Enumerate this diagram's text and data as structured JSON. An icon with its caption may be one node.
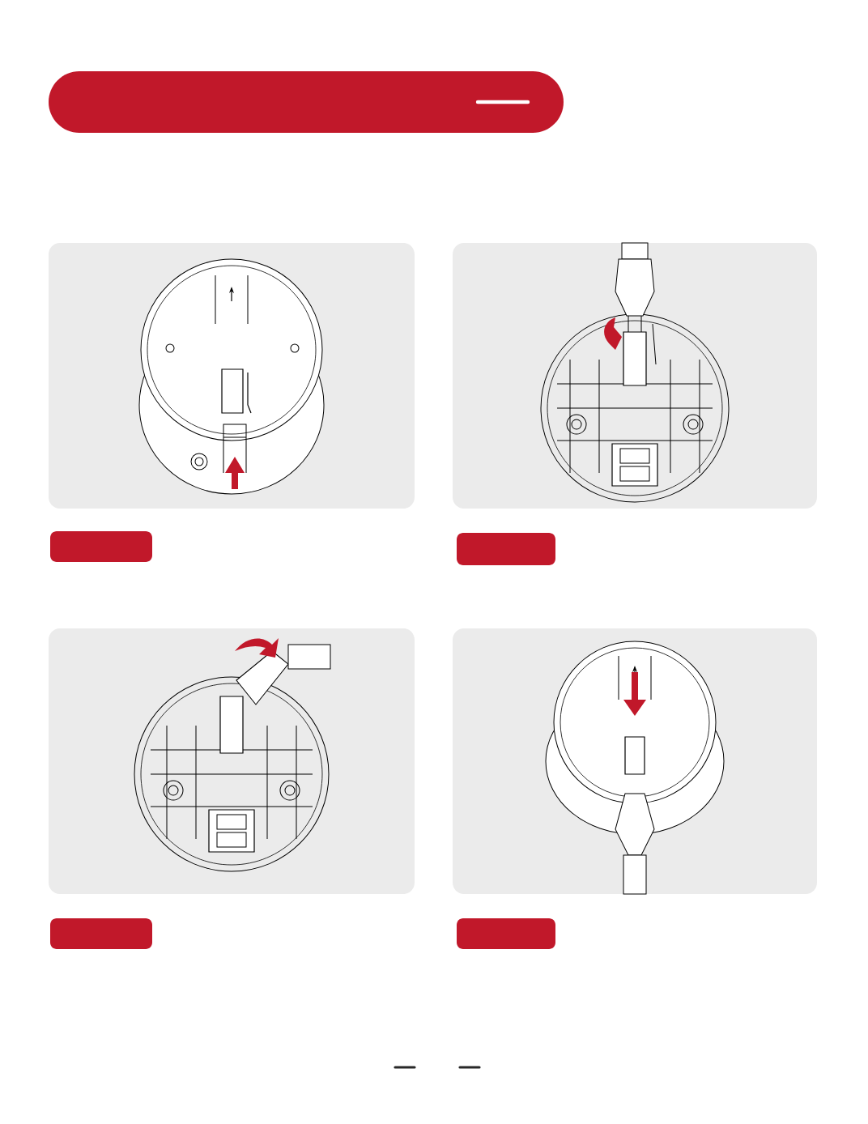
{
  "diagram": {
    "nodes": [
      {
        "text": [],
        "shape": "box"
      },
      {
        "text": [],
        "shape": "picture"
      },
      {
        "text": [],
        "shape": "picture"
      },
      {
        "text": [],
        "shape": "box"
      },
      {
        "text": [],
        "shape": "box"
      },
      {
        "text": [],
        "shape": "picture"
      },
      {
        "text": [],
        "shape": "picture"
      },
      {
        "text": [],
        "shape": "box"
      },
      {
        "text": [],
        "shape": "box"
      }
    ]
  }
}
